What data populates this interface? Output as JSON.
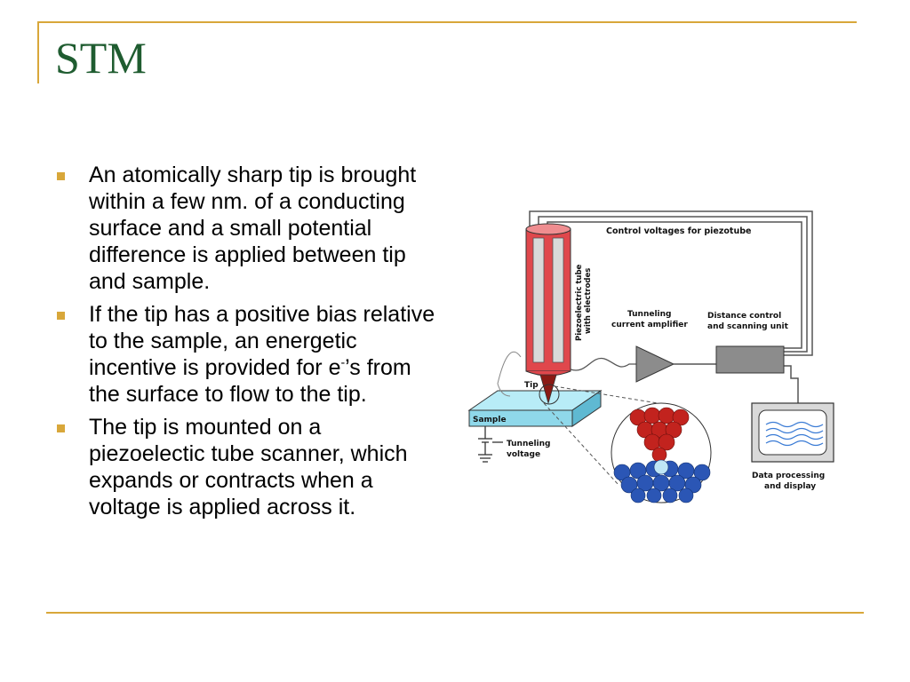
{
  "slide": {
    "title": "STM",
    "bullets": [
      {
        "text": "An atomically sharp tip is brought within a few nm. of a conducting surface and a small potential difference is applied between tip and sample."
      },
      {
        "text_before": "If the tip has a positive bias relative to the sample, an energetic incentive is provided for e",
        "superscript": "-",
        "text_after": "’s from the surface to flow to the tip."
      },
      {
        "text": "The tip is mounted on a piezoelectic tube scanner, which expands or contracts when a voltage is applied across it."
      }
    ]
  },
  "diagram": {
    "labels": {
      "control_voltages": "Control voltages for piezotube",
      "piezo_line1": "Piezoelectric tube",
      "piezo_line2": "with electrodes",
      "amp_line1": "Tunneling",
      "amp_line2": "current amplifier",
      "dist_line1": "Distance control",
      "dist_line2": "and scanning unit",
      "tip": "Tip",
      "sample": "Sample",
      "tv_line1": "Tunneling",
      "tv_line2": "voltage",
      "data_line1": "Data processing",
      "data_line2": "and display"
    }
  },
  "colors": {
    "accent": "#d8a73a",
    "title": "#1f5c30",
    "tube": "#e0474c",
    "sample": "#8fd8ea",
    "atom_red": "#c2231e",
    "atom_blue": "#2b56b5"
  }
}
